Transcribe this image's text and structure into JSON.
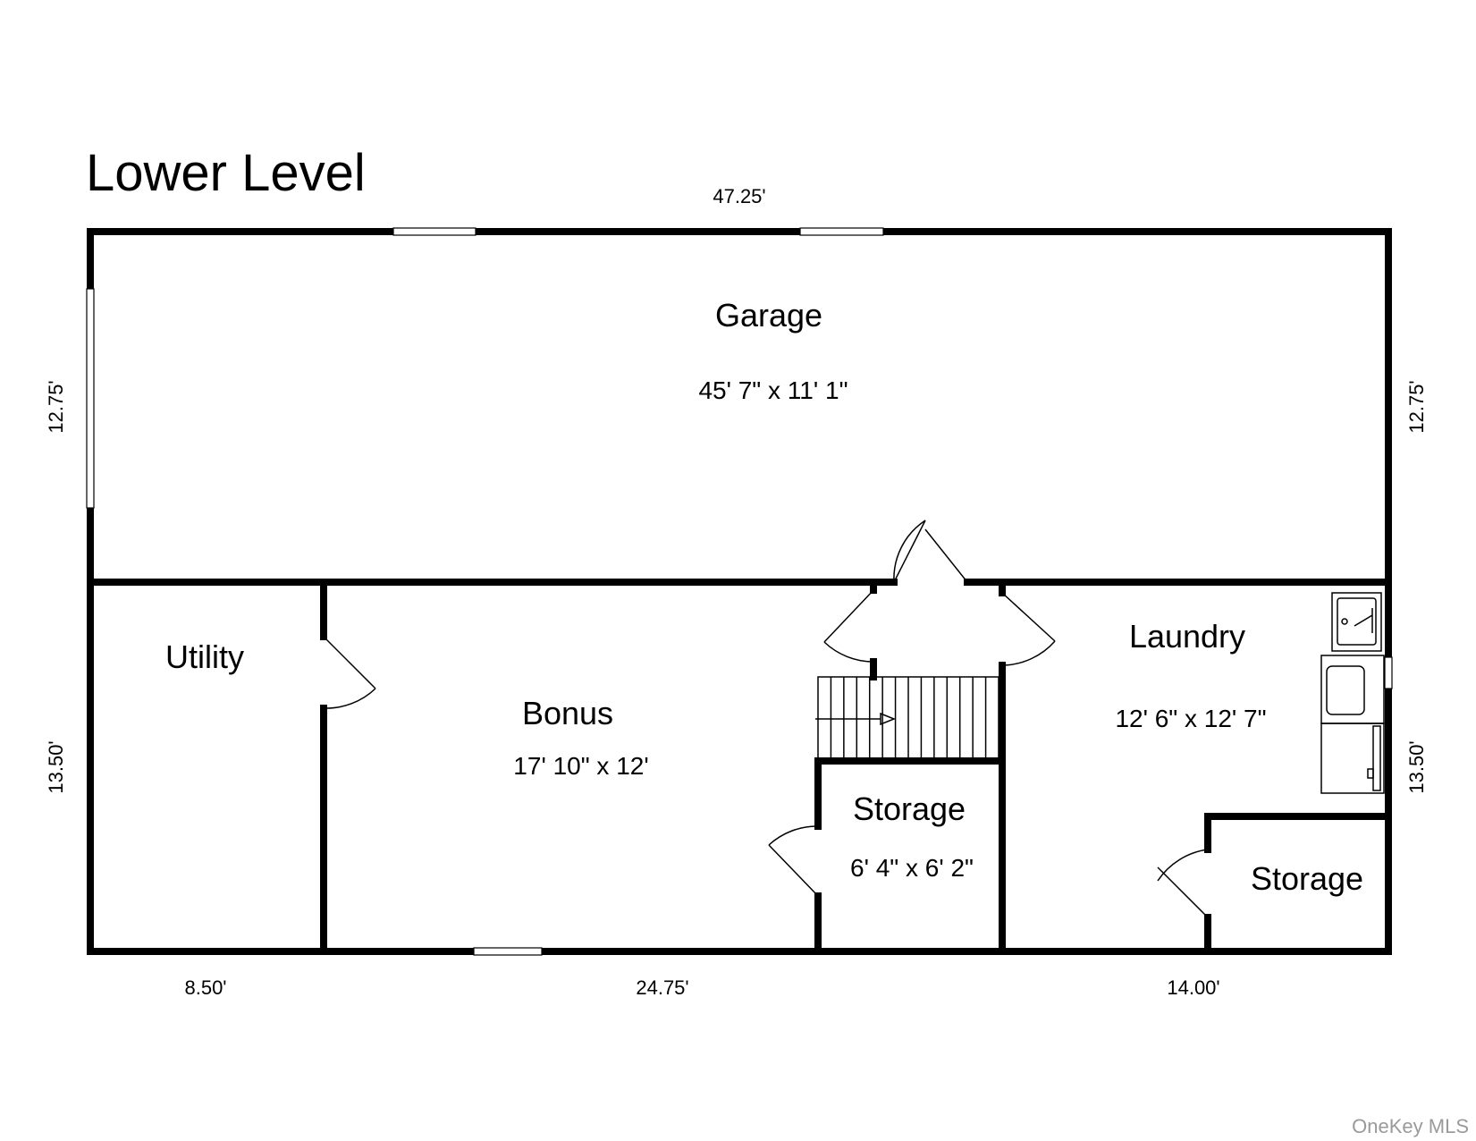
{
  "title": "Lower Level",
  "rooms": {
    "garage": {
      "name": "Garage",
      "dims": "45' 7\" x 11' 1\""
    },
    "utility": {
      "name": "Utility"
    },
    "bonus": {
      "name": "Bonus",
      "dims": "17' 10\" x 12'"
    },
    "storage1": {
      "name": "Storage",
      "dims": "6' 4\" x 6' 2\""
    },
    "laundry": {
      "name": "Laundry",
      "dims": "12' 6\" x 12' 7\""
    },
    "storage2": {
      "name": "Storage"
    }
  },
  "measurements": {
    "top": "47.25'",
    "left_upper": "12.75'",
    "left_lower": "13.50'",
    "right_upper": "12.75'",
    "right_lower": "13.50'",
    "bottom_left": "8.50'",
    "bottom_mid": "24.75'",
    "bottom_right": "14.00'"
  },
  "watermark": "OneKey MLS"
}
